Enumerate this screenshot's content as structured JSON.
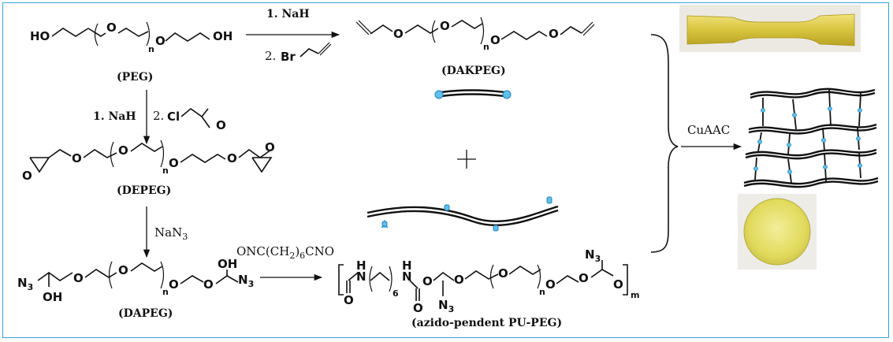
{
  "labels": {
    "peg": "(PEG)",
    "dakpeg": "(DAKPEG)",
    "depeg": "(DEPEG)",
    "dapeg": "(DAPEG)",
    "pu_peg": "(azido-pendent PU-PEG)"
  },
  "reagents": {
    "step1_a": "1. NaH",
    "step1_b": "2.",
    "step1_b_reagent": "Br",
    "step2_a": "1. NaH",
    "step2_b": "2.",
    "step2_b_reagent": "Cl",
    "step3": "NaN",
    "step3_sub": "3",
    "step4_main": "ONC(CH",
    "step4_sub": "2",
    "step4_tail": ")",
    "step4_sub2": "6",
    "step4_end": "CNO",
    "click": "CuAAC"
  },
  "atoms": {
    "ho": "HO",
    "oh": "OH",
    "o": "O",
    "n": "n",
    "m": "m",
    "n3": "N",
    "n3_sub": "3",
    "six": "6",
    "h": "H",
    "nh": "N"
  },
  "colors": {
    "frame": "#3aa0d8",
    "network_node": "#5bc2ee",
    "sample_fill": "#e3d563"
  }
}
